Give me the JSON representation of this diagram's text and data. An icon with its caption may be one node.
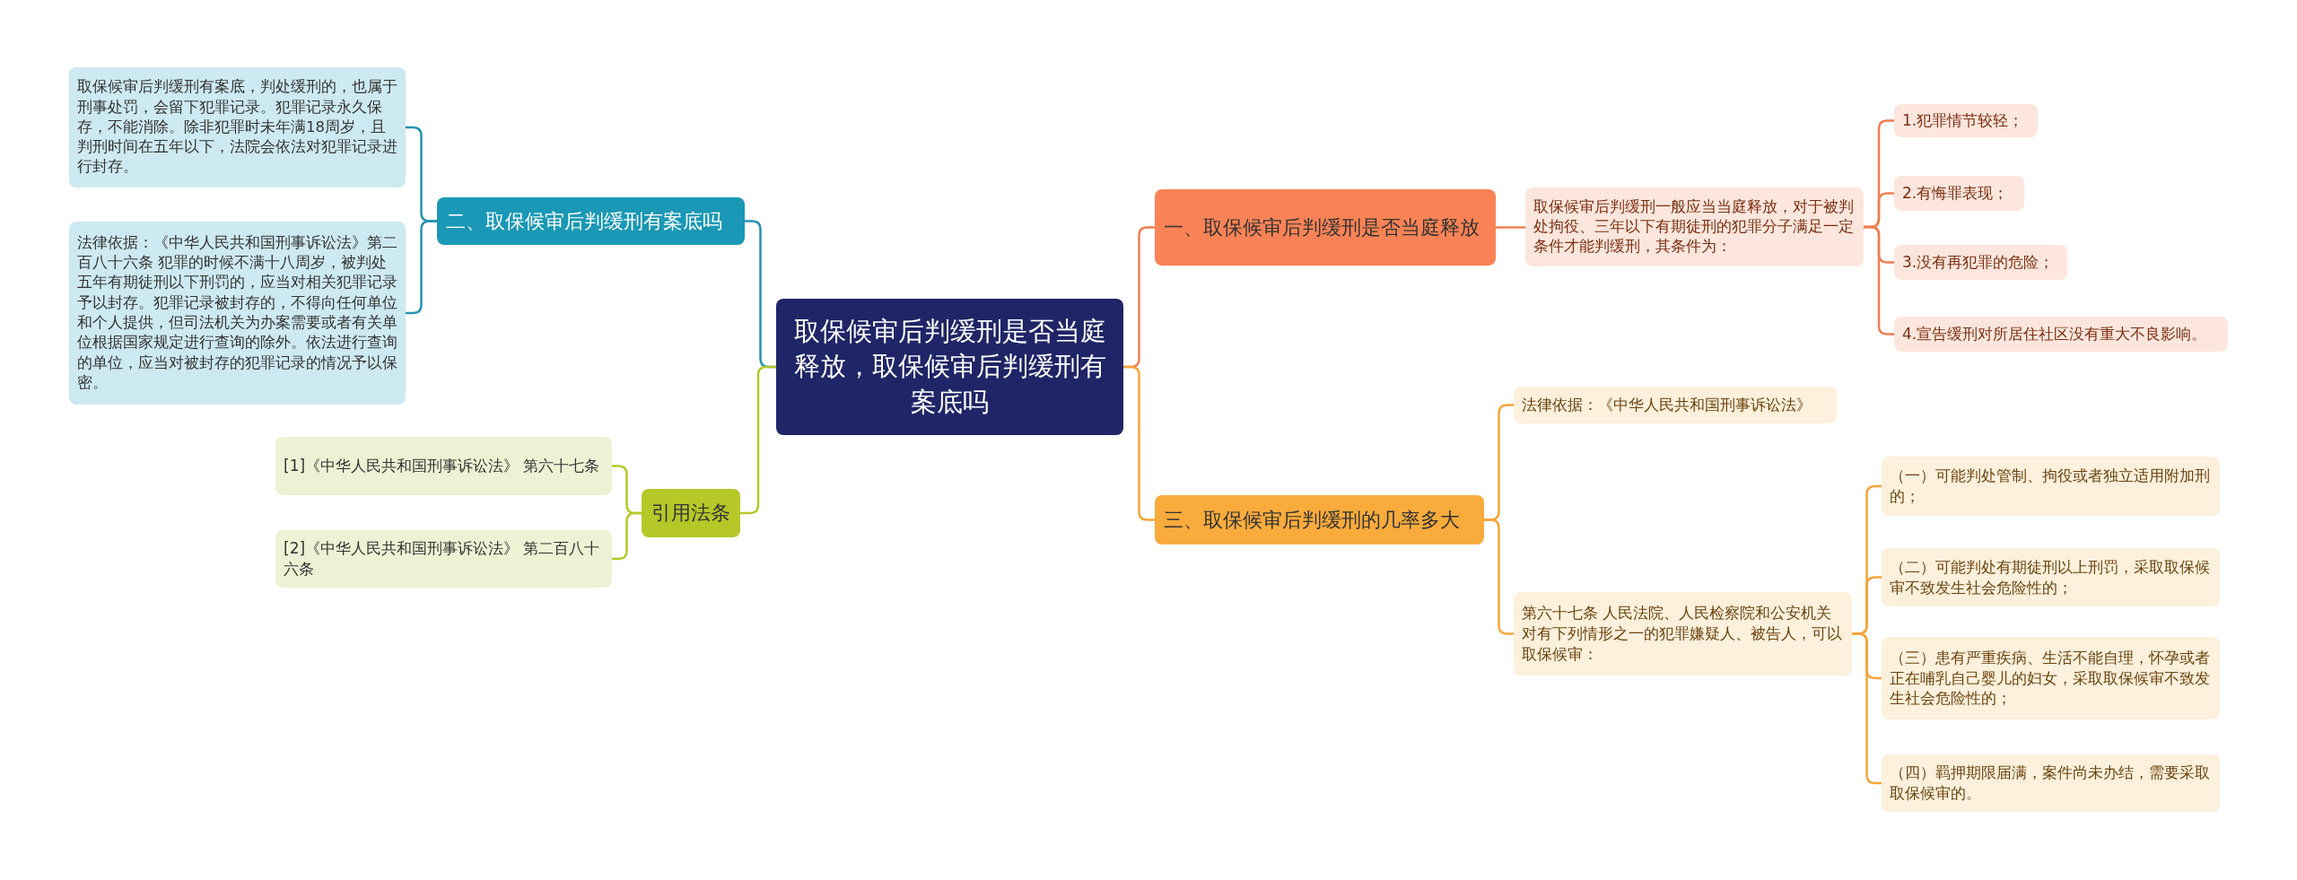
{
  "diagram": {
    "nodes": [
      {
        "text": [
          "取保候审后判缓刑是否当庭释放，取保候审后判缓刑有案底吗"
        ]
      },
      {
        "text": [
          "二、取保候审后判缓刑有案底吗"
        ]
      },
      {
        "text": [
          "取保候审后判缓刑有案底，判处缓刑的，也属于刑事处罚，会留下犯罪记录。犯罪记录永久保存，不能消除。除非犯罪时未年满18周岁，且判刑时间在五年以下，法院会依法对犯罪记录进行封存。"
        ]
      },
      {
        "text": [
          "法律依据：《中华人民共和国刑事诉讼法》第二百八十六条 犯罪的时候不满十八周岁，被判处五年有期徒刑以下刑罚的，应当对相关犯罪记录予以封存。犯罪记录被封存的，不得向任何单位和个人提供，但司法机关为办案需要或者有关单位根据国家规定进行查询的除外。依法进行查询的单位，应当对被封存的犯罪记录的情况予以保密。"
        ]
      },
      {
        "text": [
          "引用法条"
        ]
      },
      {
        "text": [
          "[1]《中华人民共和国刑事诉讼法》 第六十七条"
        ]
      },
      {
        "text": [
          "[2]《中华人民共和国刑事诉讼法》 第二百八十六条"
        ]
      },
      {
        "text": [
          "一、取保候审后判缓刑是否当庭释放"
        ]
      },
      {
        "text": [
          "取保候审后判缓刑一般应当当庭释放，对于被判处拘役、三年以下有期徒刑的犯罪分子满足一定条件才能判缓刑，其条件为："
        ]
      },
      {
        "text": [
          "1.犯罪情节较轻；"
        ]
      },
      {
        "text": [
          "2.有悔罪表现；"
        ]
      },
      {
        "text": [
          "3.没有再犯罪的危险；"
        ]
      },
      {
        "text": [
          "4.宣告缓刑对所居住社区没有重大不良影响。"
        ]
      },
      {
        "text": [
          "三、取保候审后判缓刑的几率多大"
        ]
      },
      {
        "text": [
          "法律依据：《中华人民共和国刑事诉讼法》"
        ]
      },
      {
        "text": [
          "第六十七条 人民法院、人民检察院和公安机关对有下列情形之一的犯罪嫌疑人、被告人，可以取保候审："
        ]
      },
      {
        "text": [
          "（一）可能判处管制、拘役或者独立适用附加刑的；"
        ]
      },
      {
        "text": [
          "（二）可能判处有期徒刑以上刑罚，采取取保候审不致发生社会危险性的；"
        ]
      },
      {
        "text": [
          "（三）患有严重疾病、生活不能自理，怀孕或者正在哺乳自己婴儿的妇女，采取取保候审不致发生社会危险性的；"
        ]
      },
      {
        "text": [
          "（四）羁押期限届满，案件尚未办结，需要采取取保候审的。"
        ]
      }
    ],
    "edges": [
      {
        "from": 0,
        "to": 1,
        "arrow": "none",
        "color": "#2393b0"
      },
      {
        "from": 1,
        "to": 2,
        "arrow": "none",
        "color": "#2393b0"
      },
      {
        "from": 1,
        "to": 3,
        "arrow": "none",
        "color": "#2393b0"
      },
      {
        "from": 0,
        "to": 4,
        "arrow": "none",
        "color": "#b5c827"
      },
      {
        "from": 4,
        "to": 5,
        "arrow": "none",
        "color": "#b5c827"
      },
      {
        "from": 4,
        "to": 6,
        "arrow": "none",
        "color": "#b5c827"
      },
      {
        "from": 0,
        "to": 7,
        "arrow": "none",
        "color": "#ef7f53"
      },
      {
        "from": 7,
        "to": 8,
        "arrow": "none",
        "color": "#ef7f53"
      },
      {
        "from": 8,
        "to": 9,
        "arrow": "none",
        "color": "#ef7f53"
      },
      {
        "from": 8,
        "to": 10,
        "arrow": "none",
        "color": "#ef7f53"
      },
      {
        "from": 8,
        "to": 11,
        "arrow": "none",
        "color": "#ef7f53"
      },
      {
        "from": 8,
        "to": 12,
        "arrow": "none",
        "color": "#ef7f53"
      },
      {
        "from": 0,
        "to": 13,
        "arrow": "none"
      },
      {
        "from": 13,
        "to": 14,
        "arrow": "none"
      },
      {
        "from": 13,
        "to": 15,
        "arrow": "none"
      },
      {
        "from": 15,
        "to": 16,
        "arrow": "none"
      },
      {
        "from": 15,
        "to": 17,
        "arrow": "none"
      },
      {
        "from": 15,
        "to": 18,
        "arrow": "none"
      },
      {
        "from": 15,
        "to": 19,
        "arrow": "none"
      }
    ]
  }
}
